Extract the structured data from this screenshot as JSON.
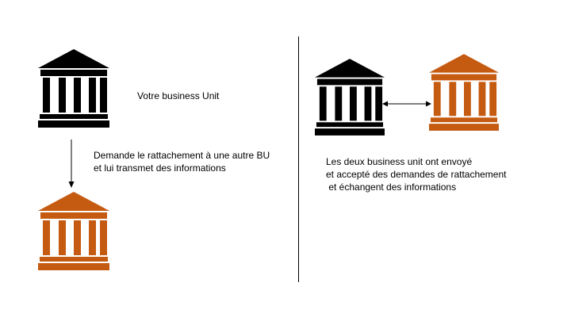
{
  "left": {
    "own_unit_label": "Votre business Unit",
    "request_lines": [
      "Demande le rattachement à une autre BU",
      "et lui transmet des informations"
    ]
  },
  "right": {
    "exchange_lines": [
      "Les deux business unit ont envoyé",
      "et accepté des demandes de rattachement",
      " et échangent des informations"
    ]
  },
  "colors": {
    "own_unit": "#000000",
    "other_unit": "#c55a11",
    "divider": "#000000"
  },
  "icons": {
    "bank": "bank-building-icon"
  }
}
